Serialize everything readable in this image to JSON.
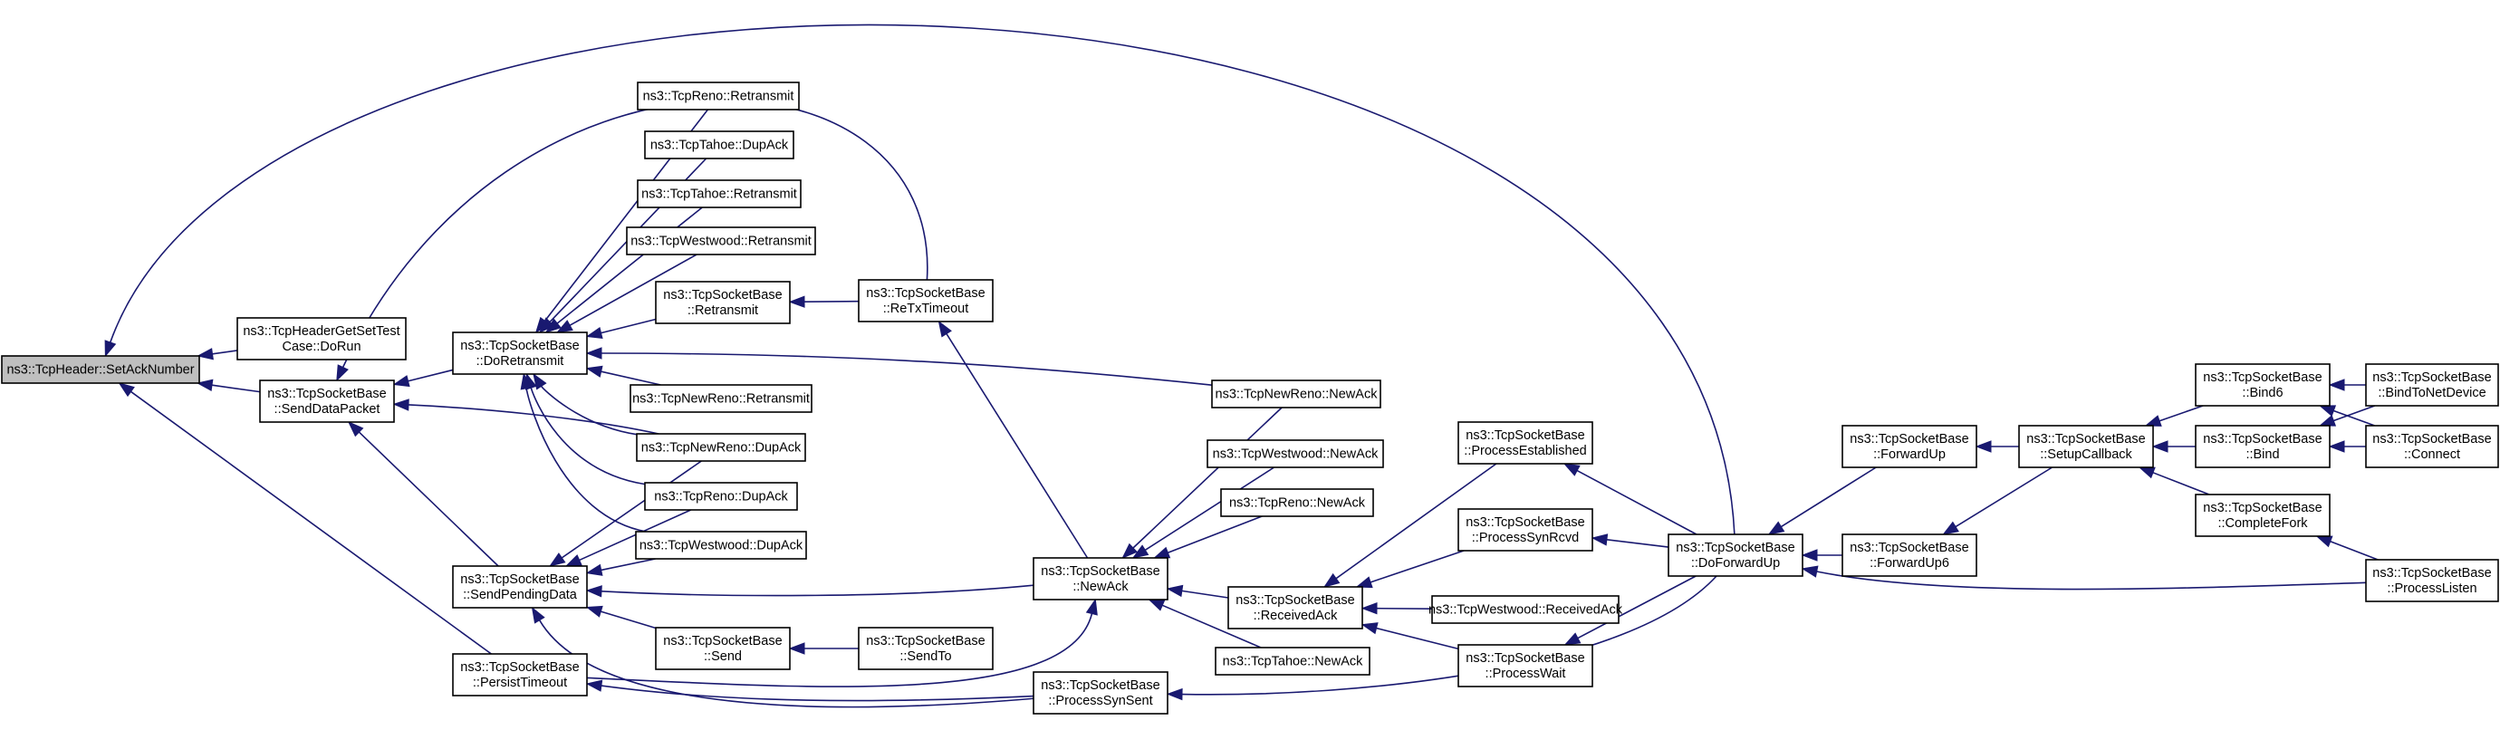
{
  "diagram": {
    "nodes": [
      {
        "id": "setacknumber",
        "lines": [
          "ns3::TcpHeader::SetAckNumber"
        ],
        "root": true
      },
      {
        "id": "getsettest",
        "lines": [
          "ns3::TcpHeaderGetSetTest",
          "Case::DoRun"
        ]
      },
      {
        "id": "senddatapacket",
        "lines": [
          "ns3::TcpSocketBase",
          "::SendDataPacket"
        ]
      },
      {
        "id": "persisttimeout",
        "lines": [
          "ns3::TcpSocketBase",
          "::PersistTimeout"
        ]
      },
      {
        "id": "doretransmit",
        "lines": [
          "ns3::TcpSocketBase",
          "::DoRetransmit"
        ]
      },
      {
        "id": "sendpendingdata",
        "lines": [
          "ns3::TcpSocketBase",
          "::SendPendingData"
        ]
      },
      {
        "id": "renoretransmit",
        "lines": [
          "ns3::TcpReno::Retransmit"
        ]
      },
      {
        "id": "tahoedupack",
        "lines": [
          "ns3::TcpTahoe::DupAck"
        ]
      },
      {
        "id": "tahoeretransmit",
        "lines": [
          "ns3::TcpTahoe::Retransmit"
        ]
      },
      {
        "id": "westwoodretransmit",
        "lines": [
          "ns3::TcpWestwood::Retransmit"
        ]
      },
      {
        "id": "sbretransmit",
        "lines": [
          "ns3::TcpSocketBase",
          "::Retransmit"
        ]
      },
      {
        "id": "newrenoretransmit",
        "lines": [
          "ns3::TcpNewReno::Retransmit"
        ]
      },
      {
        "id": "newrenodupack",
        "lines": [
          "ns3::TcpNewReno::DupAck"
        ]
      },
      {
        "id": "renodupack",
        "lines": [
          "ns3::TcpReno::DupAck"
        ]
      },
      {
        "id": "westwooddupack",
        "lines": [
          "ns3::TcpWestwood::DupAck"
        ]
      },
      {
        "id": "send",
        "lines": [
          "ns3::TcpSocketBase",
          "::Send"
        ]
      },
      {
        "id": "sendto",
        "lines": [
          "ns3::TcpSocketBase",
          "::SendTo"
        ]
      },
      {
        "id": "retxtimeout",
        "lines": [
          "ns3::TcpSocketBase",
          "::ReTxTimeout"
        ]
      },
      {
        "id": "newrenonewack",
        "lines": [
          "ns3::TcpNewReno::NewAck"
        ]
      },
      {
        "id": "westwoodnewack",
        "lines": [
          "ns3::TcpWestwood::NewAck"
        ]
      },
      {
        "id": "renonewack",
        "lines": [
          "ns3::TcpReno::NewAck"
        ]
      },
      {
        "id": "sbnewack",
        "lines": [
          "ns3::TcpSocketBase",
          "::NewAck"
        ]
      },
      {
        "id": "receivedack",
        "lines": [
          "ns3::TcpSocketBase",
          "::ReceivedAck"
        ]
      },
      {
        "id": "tahoenewack",
        "lines": [
          "ns3::TcpTahoe::NewAck"
        ]
      },
      {
        "id": "processsynsent",
        "lines": [
          "ns3::TcpSocketBase",
          "::ProcessSynSent"
        ]
      },
      {
        "id": "processestablished",
        "lines": [
          "ns3::TcpSocketBase",
          "::ProcessEstablished"
        ]
      },
      {
        "id": "processsynrcvd",
        "lines": [
          "ns3::TcpSocketBase",
          "::ProcessSynRcvd"
        ]
      },
      {
        "id": "westwoodreceivedack",
        "lines": [
          "ns3::TcpWestwood::ReceivedAck"
        ]
      },
      {
        "id": "processwait",
        "lines": [
          "ns3::TcpSocketBase",
          "::ProcessWait"
        ]
      },
      {
        "id": "doforwardup",
        "lines": [
          "ns3::TcpSocketBase",
          "::DoForwardUp"
        ]
      },
      {
        "id": "forwardup",
        "lines": [
          "ns3::TcpSocketBase",
          "::ForwardUp"
        ]
      },
      {
        "id": "forwardup6",
        "lines": [
          "ns3::TcpSocketBase",
          "::ForwardUp6"
        ]
      },
      {
        "id": "setupcallback",
        "lines": [
          "ns3::TcpSocketBase",
          "::SetupCallback"
        ]
      },
      {
        "id": "bind6",
        "lines": [
          "ns3::TcpSocketBase",
          "::Bind6"
        ]
      },
      {
        "id": "bind",
        "lines": [
          "ns3::TcpSocketBase",
          "::Bind"
        ]
      },
      {
        "id": "completefork",
        "lines": [
          "ns3::TcpSocketBase",
          "::CompleteFork"
        ]
      },
      {
        "id": "bindtonetdevice",
        "lines": [
          "ns3::TcpSocketBase",
          "::BindToNetDevice"
        ]
      },
      {
        "id": "connect",
        "lines": [
          "ns3::TcpSocketBase",
          "::Connect"
        ]
      },
      {
        "id": "processlisten",
        "lines": [
          "ns3::TcpSocketBase",
          "::ProcessListen"
        ]
      }
    ],
    "edges": [
      {
        "from": "getsettest",
        "to": "setacknumber"
      },
      {
        "from": "senddatapacket",
        "to": "setacknumber"
      },
      {
        "from": "persisttimeout",
        "to": "setacknumber"
      },
      {
        "from": "doforwardup",
        "to": "setacknumber"
      },
      {
        "from": "doretransmit",
        "to": "senddatapacket"
      },
      {
        "from": "sendpendingdata",
        "to": "senddatapacket"
      },
      {
        "from": "newrenodupack",
        "to": "senddatapacket"
      },
      {
        "from": "retxtimeout",
        "to": "senddatapacket"
      },
      {
        "from": "renoretransmit",
        "to": "doretransmit"
      },
      {
        "from": "tahoedupack",
        "to": "doretransmit"
      },
      {
        "from": "tahoeretransmit",
        "to": "doretransmit"
      },
      {
        "from": "westwoodretransmit",
        "to": "doretransmit"
      },
      {
        "from": "sbretransmit",
        "to": "doretransmit"
      },
      {
        "from": "newrenoretransmit",
        "to": "doretransmit"
      },
      {
        "from": "newrenodupack",
        "to": "doretransmit"
      },
      {
        "from": "renodupack",
        "to": "doretransmit"
      },
      {
        "from": "westwooddupack",
        "to": "doretransmit"
      },
      {
        "from": "newrenonewack",
        "to": "doretransmit"
      },
      {
        "from": "newrenodupack",
        "to": "sendpendingdata"
      },
      {
        "from": "renodupack",
        "to": "sendpendingdata"
      },
      {
        "from": "westwooddupack",
        "to": "sendpendingdata"
      },
      {
        "from": "sbnewack",
        "to": "sendpendingdata"
      },
      {
        "from": "send",
        "to": "sendpendingdata"
      },
      {
        "from": "processsynsent",
        "to": "sendpendingdata"
      },
      {
        "from": "processsynsent",
        "to": "persisttimeout"
      },
      {
        "from": "sendto",
        "to": "send"
      },
      {
        "from": "sbnewack",
        "to": "retxtimeout"
      },
      {
        "from": "retxtimeout",
        "to": "sbretransmit"
      },
      {
        "from": "newrenonewack",
        "to": "sbnewack"
      },
      {
        "from": "westwoodnewack",
        "to": "sbnewack"
      },
      {
        "from": "renonewack",
        "to": "sbnewack"
      },
      {
        "from": "receivedack",
        "to": "sbnewack"
      },
      {
        "from": "tahoenewack",
        "to": "sbnewack"
      },
      {
        "from": "persisttimeout",
        "to": "sbnewack"
      },
      {
        "from": "processestablished",
        "to": "receivedack"
      },
      {
        "from": "processsynrcvd",
        "to": "receivedack"
      },
      {
        "from": "westwoodreceivedack",
        "to": "receivedack"
      },
      {
        "from": "processwait",
        "to": "receivedack"
      },
      {
        "from": "doforwardup",
        "to": "processestablished"
      },
      {
        "from": "doforwardup",
        "to": "processsynrcvd"
      },
      {
        "from": "doforwardup",
        "to": "processwait"
      },
      {
        "from": "doforwardup",
        "to": "processsynsent"
      },
      {
        "from": "forwardup",
        "to": "doforwardup"
      },
      {
        "from": "forwardup6",
        "to": "doforwardup"
      },
      {
        "from": "processlisten",
        "to": "doforwardup"
      },
      {
        "from": "setupcallback",
        "to": "forwardup"
      },
      {
        "from": "setupcallback",
        "to": "forwardup6"
      },
      {
        "from": "bind6",
        "to": "setupcallback"
      },
      {
        "from": "bind",
        "to": "setupcallback"
      },
      {
        "from": "completefork",
        "to": "setupcallback"
      },
      {
        "from": "bindtonetdevice",
        "to": "bind6"
      },
      {
        "from": "connect",
        "to": "bind6"
      },
      {
        "from": "bindtonetdevice",
        "to": "bind"
      },
      {
        "from": "connect",
        "to": "bind"
      },
      {
        "from": "processlisten",
        "to": "completefork"
      }
    ],
    "colors": {
      "edge": "#191970",
      "node_border": "#000000",
      "root_fill": "#bfbfbf",
      "node_fill": "#ffffff",
      "background": "#ffffff"
    }
  }
}
